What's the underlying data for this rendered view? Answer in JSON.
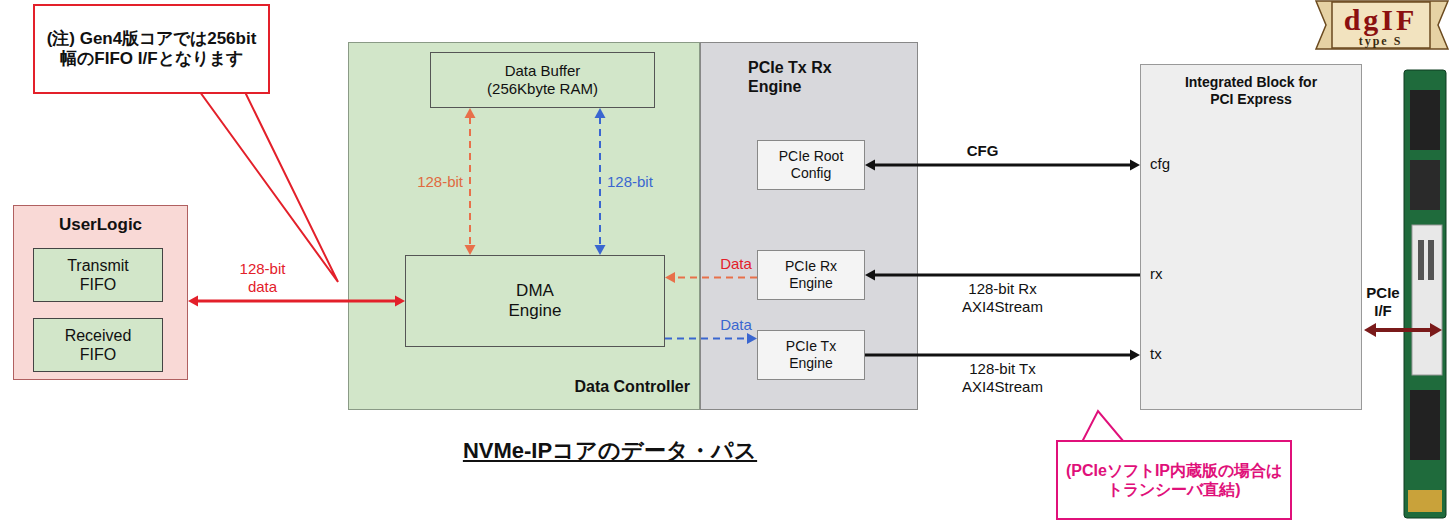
{
  "diagram": {
    "caption": "NVMe-IPコアのデータ・パス",
    "nodes": [
      {
        "text": [
          "(注) Gen4版コアでは256bit幅のFIFO I/Fとなります"
        ]
      },
      {
        "text": [
          "dgIF",
          "type S"
        ]
      },
      {
        "text": [
          "Data Controller"
        ]
      },
      {
        "text": [
          "Data Buffer (256Kbyte RAM)"
        ],
        "in": 2
      },
      {
        "text": [
          "DMA Engine"
        ],
        "in": 2
      },
      {
        "text": [
          "PCIe Tx Rx Engine"
        ]
      },
      {
        "text": [
          "PCIe Root Config"
        ],
        "in": 5
      },
      {
        "text": [
          "PCIe Rx Engine"
        ],
        "in": 5
      },
      {
        "text": [
          "PCIe Tx Engine"
        ],
        "in": 5
      },
      {
        "text": [
          "Integrated Block for PCI Express"
        ]
      },
      {
        "text": [
          "UserLogic"
        ]
      },
      {
        "text": [
          "Transmit FIFO"
        ],
        "in": 10
      },
      {
        "text": [
          "Received FIFO"
        ],
        "in": 10
      },
      {
        "text": [
          "(PCIeソフトIP内蔵版の場合はトランシーバ直結)"
        ]
      }
    ],
    "edges": [
      {
        "from": 10,
        "to": 4,
        "arrow": "both",
        "label": "128-bit data"
      },
      {
        "from": 3,
        "to": 4,
        "arrow": "both",
        "label": "128-bit"
      },
      {
        "from": 3,
        "to": 4,
        "arrow": "both",
        "label": "128-bit"
      },
      {
        "from": 7,
        "to": 4,
        "arrow": "to",
        "label": "Data"
      },
      {
        "from": 4,
        "to": 8,
        "arrow": "to",
        "label": "Data"
      },
      {
        "from": 6,
        "to": 9,
        "arrow": "both",
        "label": "CFG"
      },
      {
        "from": 9,
        "to": 7,
        "arrow": "to",
        "label": "128-bit Rx AXI4Stream"
      },
      {
        "from": 8,
        "to": 9,
        "arrow": "to",
        "label": "128-bit Tx AXI4Stream"
      }
    ],
    "labels": [
      "cfg",
      "rx",
      "tx",
      "PCIe I/F"
    ]
  }
}
